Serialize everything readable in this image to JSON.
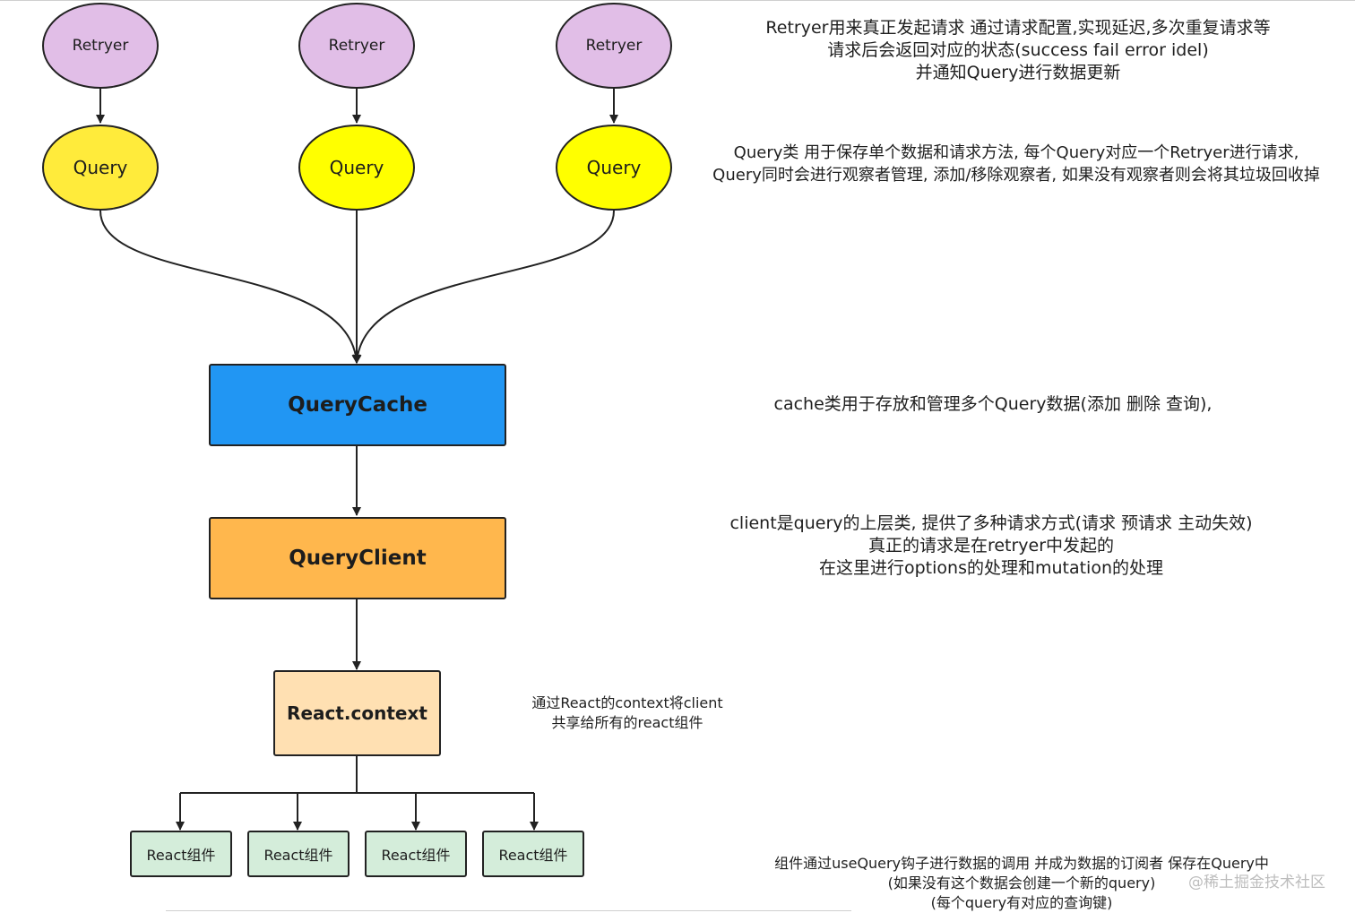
{
  "diagram": {
    "retryers": [
      {
        "label": "Retryer"
      },
      {
        "label": "Retryer"
      },
      {
        "label": "Retryer"
      }
    ],
    "queries": [
      {
        "label": "Query"
      },
      {
        "label": "Query"
      },
      {
        "label": "Query"
      }
    ],
    "query_cache": {
      "label": "QueryCache"
    },
    "query_client": {
      "label": "QueryClient"
    },
    "react_context": {
      "label": "React.context"
    },
    "components": [
      {
        "label": "React组件"
      },
      {
        "label": "React组件"
      },
      {
        "label": "React组件"
      },
      {
        "label": "React组件"
      }
    ]
  },
  "notes": {
    "retryer": [
      "Retryer用来真正发起请求  通过请求配置,实现延迟,多次重复请求等",
      "请求后会返回对应的状态(success fail error idel)",
      "并通知Query进行数据更新"
    ],
    "query": [
      "Query类  用于保存单个数据和请求方法, 每个Query对应一个Retryer进行请求,",
      "Query同时会进行观察者管理, 添加/移除观察者, 如果没有观察者则会将其垃圾回收掉"
    ],
    "cache": [
      "cache类用于存放和管理多个Query数据(添加 删除 查询),"
    ],
    "client": [
      "client是query的上层类,  提供了多种请求方式(请求 预请求 主动失效)",
      "真正的请求是在retryer中发起的",
      "在这里进行options的处理和mutation的处理"
    ],
    "context": [
      "通过React的context将client",
      "共享给所有的react组件"
    ],
    "component": [
      "组件通过useQuery钩子进行数据的调用 并成为数据的订阅者 保存在Query中",
      "(如果没有这个数据会创建一个新的query)",
      "(每个query有对应的查询键)"
    ]
  },
  "watermark": "@稀土掘金技术社区",
  "colors": {
    "retryer": "#e1bee7",
    "query": "#ffeb3b",
    "query_cache": "#2196f3",
    "query_client": "#ffb74d",
    "react_context": "#ffe0b2",
    "component": "#d4edda"
  }
}
